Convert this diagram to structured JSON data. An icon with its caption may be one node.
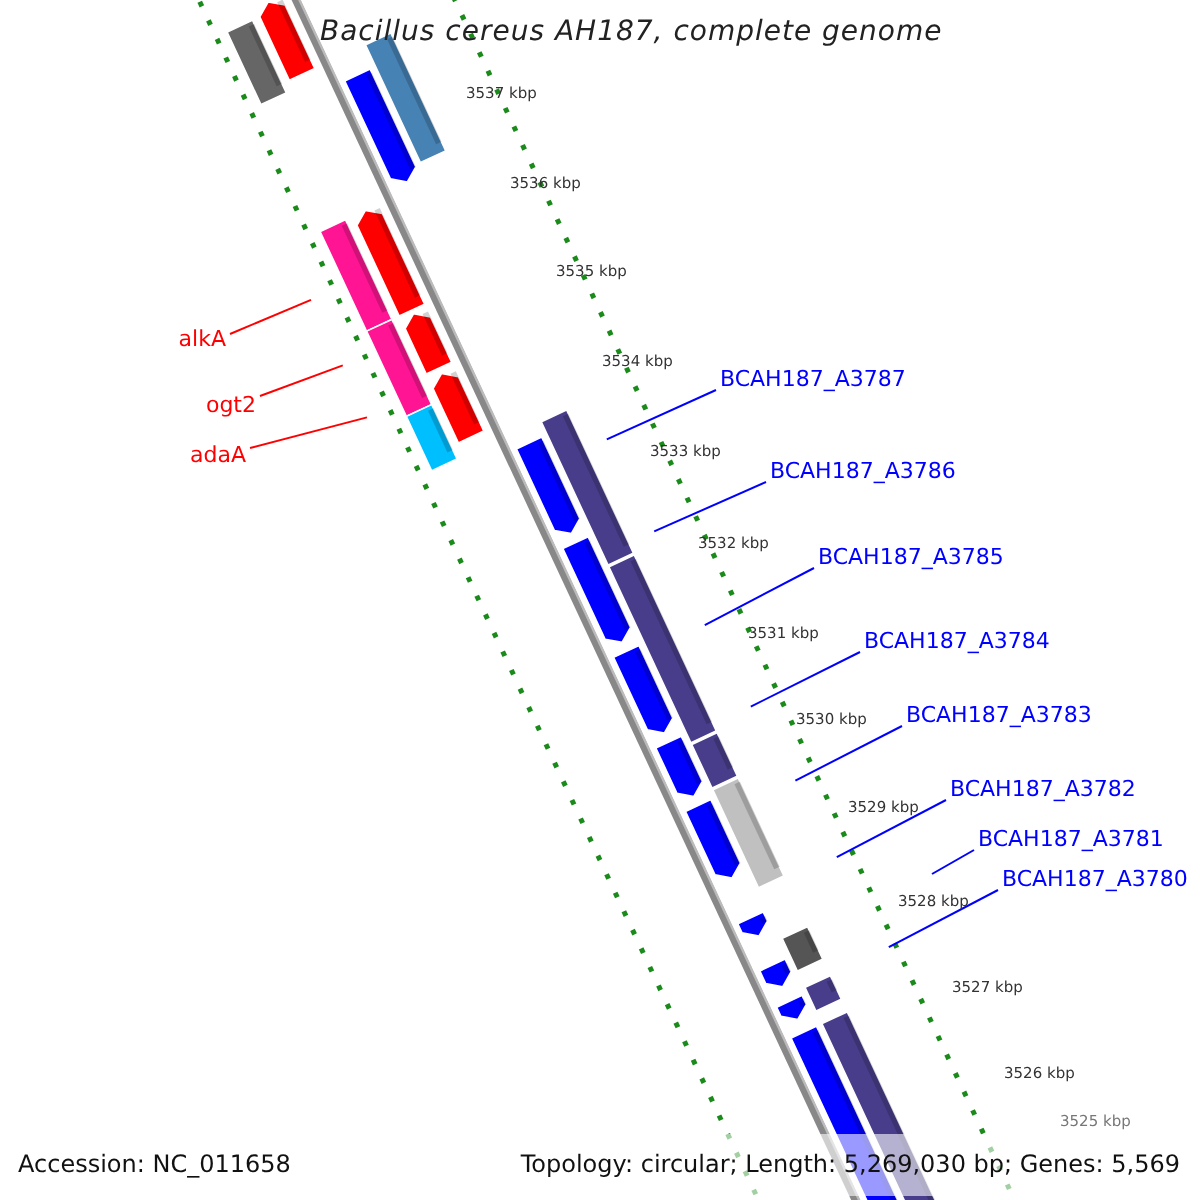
{
  "diagram": {
    "title": "Bacillus cereus AH187, complete genome",
    "nodes": [
      {
        "text": [
          "alkA"
        ]
      },
      {
        "text": [
          "ogt2"
        ]
      },
      {
        "text": [
          "adaA"
        ]
      },
      {
        "text": [
          "BCAH187_A3787"
        ]
      },
      {
        "text": [
          "BCAH187_A3786"
        ]
      },
      {
        "text": [
          "BCAH187_A3785"
        ]
      },
      {
        "text": [
          "BCAH187_A3784"
        ]
      },
      {
        "text": [
          "BCAH187_A3783"
        ]
      },
      {
        "text": [
          "BCAH187_A3782"
        ]
      },
      {
        "text": [
          "BCAH187_A3781"
        ]
      },
      {
        "text": [
          "BCAH187_A3780"
        ]
      }
    ],
    "edges": [
      {
        "from": 0,
        "to": null,
        "arrow": "none",
        "color": "#ff0000"
      },
      {
        "from": 1,
        "to": null,
        "arrow": "none",
        "color": "#ff0000"
      },
      {
        "from": 2,
        "to": null,
        "arrow": "none",
        "color": "#ff0000"
      },
      {
        "from": 3,
        "to": null,
        "arrow": "none"
      },
      {
        "from": 4,
        "to": null,
        "arrow": "none"
      },
      {
        "from": 5,
        "to": null,
        "arrow": "none"
      },
      {
        "from": 6,
        "to": null,
        "arrow": "none"
      },
      {
        "from": 7,
        "to": null,
        "arrow": "none"
      },
      {
        "from": 8,
        "to": null,
        "arrow": "none"
      },
      {
        "from": 9,
        "to": null,
        "arrow": "none"
      },
      {
        "from": 10,
        "to": null,
        "arrow": "none"
      }
    ],
    "labels": [
      "3537 kbp",
      "3536 kbp",
      "3535 kbp",
      "3534 kbp",
      "3533 kbp",
      "3532 kbp",
      "3531 kbp",
      "3530 kbp",
      "3529 kbp",
      "3528 kbp",
      "3527 kbp",
      "3526 kbp",
      "3525 kbp",
      "Accession: NC_011658",
      "Topology: circular; Length: 5,269,030 bp; Genes: 5,569"
    ]
  }
}
